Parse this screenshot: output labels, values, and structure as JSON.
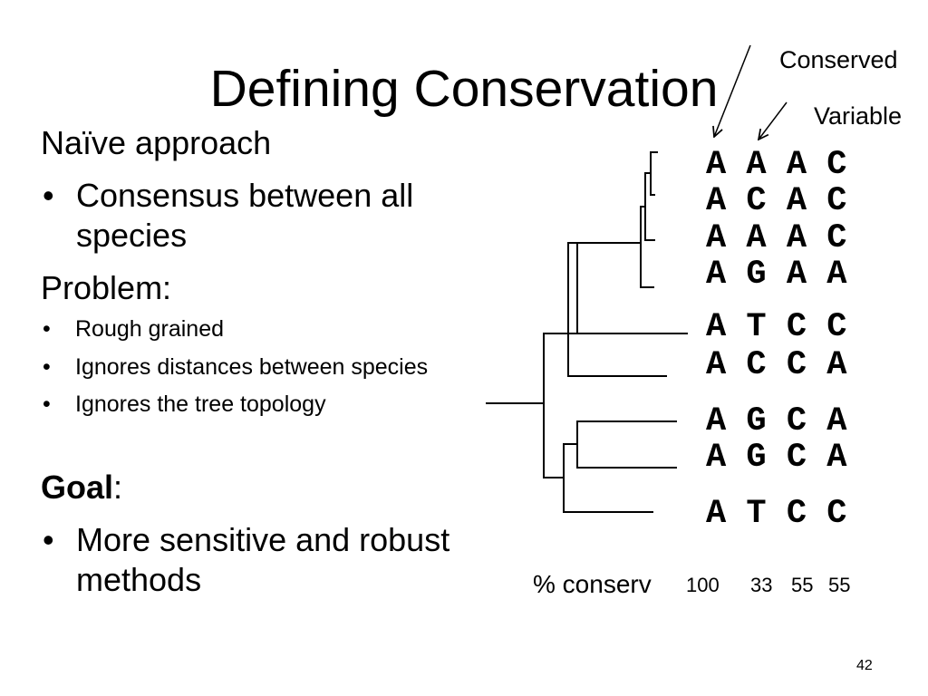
{
  "slide": {
    "title": "Defining Conservation",
    "page_number": "42",
    "bullet": "•"
  },
  "naive_approach": {
    "heading": "Naïve approach",
    "bullets": [
      "Consensus between all species"
    ]
  },
  "problem": {
    "heading": "Problem:",
    "bullets": [
      "Rough grained",
      "Ignores distances between species",
      "Ignores the tree topology"
    ]
  },
  "goal": {
    "heading": "Goal",
    "heading_suffix": ":",
    "bullets": [
      "More sensitive and robust methods"
    ]
  },
  "figure": {
    "column_labels": {
      "conserved": "Conserved",
      "variable": "Variable"
    },
    "alignment_rows": [
      "A A A C",
      "A C A C",
      "A A A C",
      "A G A A",
      "A T C C",
      "A C C A",
      "A G C A",
      "A G C A",
      "A T C C"
    ],
    "conservation": {
      "label": "% conserv",
      "values": [
        "100",
        "33",
        "55",
        "55"
      ]
    }
  }
}
